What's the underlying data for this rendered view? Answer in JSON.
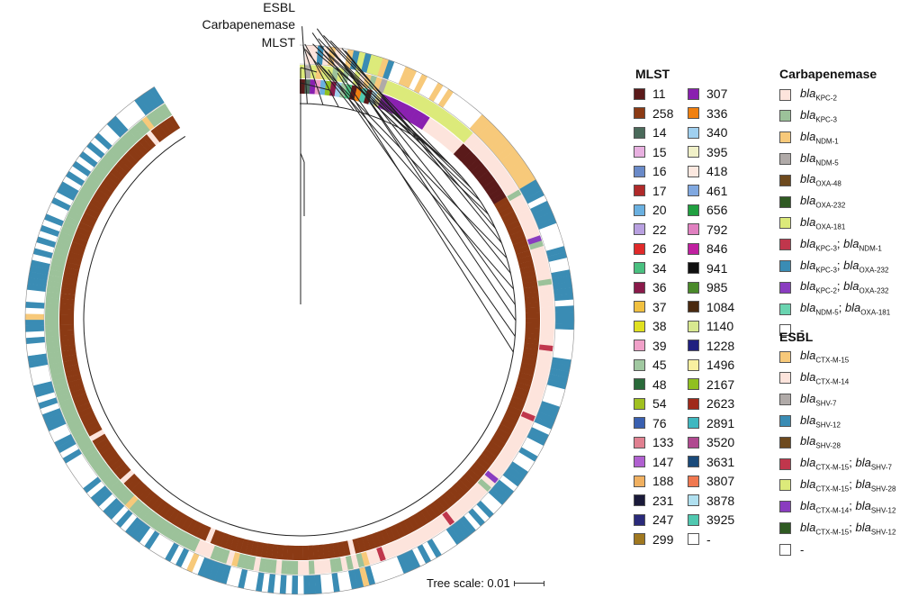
{
  "ring_labels": {
    "esbl": "ESBL",
    "carbapenemase": "Carbapenemase",
    "mlst": "MLST"
  },
  "tree_scale": "Tree scale: 0.01",
  "legends": {
    "mlst": {
      "title": "MLST",
      "items": [
        {
          "label": "11",
          "color": "#5a1a1a"
        },
        {
          "label": "258",
          "color": "#8b3a14"
        },
        {
          "label": "14",
          "color": "#4a6a5a"
        },
        {
          "label": "15",
          "color": "#e8b0e0"
        },
        {
          "label": "16",
          "color": "#6a8ac8"
        },
        {
          "label": "17",
          "color": "#b02a2a"
        },
        {
          "label": "20",
          "color": "#6ab0e0"
        },
        {
          "label": "22",
          "color": "#b8a0e0"
        },
        {
          "label": "26",
          "color": "#e02a2a"
        },
        {
          "label": "34",
          "color": "#4ac080"
        },
        {
          "label": "36",
          "color": "#8a1a4a"
        },
        {
          "label": "37",
          "color": "#f0c040"
        },
        {
          "label": "38",
          "color": "#e0e020"
        },
        {
          "label": "39",
          "color": "#f0a0c8"
        },
        {
          "label": "45",
          "color": "#a0c8a0"
        },
        {
          "label": "48",
          "color": "#2a6a3a"
        },
        {
          "label": "54",
          "color": "#a0c020"
        },
        {
          "label": "76",
          "color": "#3a60b0"
        },
        {
          "label": "133",
          "color": "#e08090"
        },
        {
          "label": "147",
          "color": "#b060d0"
        },
        {
          "label": "188",
          "color": "#f0b060"
        },
        {
          "label": "231",
          "color": "#1a1a3a"
        },
        {
          "label": "247",
          "color": "#2a2a7a"
        },
        {
          "label": "299",
          "color": "#a07820"
        },
        {
          "label": "307",
          "color": "#8a20b0"
        },
        {
          "label": "336",
          "color": "#f08010"
        },
        {
          "label": "340",
          "color": "#a0d0f0"
        },
        {
          "label": "395",
          "color": "#f0f0c8"
        },
        {
          "label": "418",
          "color": "#fce8e0"
        },
        {
          "label": "461",
          "color": "#80a8e0"
        },
        {
          "label": "656",
          "color": "#20a040"
        },
        {
          "label": "792",
          "color": "#e080c0"
        },
        {
          "label": "846",
          "color": "#c020a0"
        },
        {
          "label": "941",
          "color": "#101010"
        },
        {
          "label": "985",
          "color": "#4a8a2a"
        },
        {
          "label": "1084",
          "color": "#4a2a10"
        },
        {
          "label": "1140",
          "color": "#d8e890"
        },
        {
          "label": "1228",
          "color": "#202080"
        },
        {
          "label": "1496",
          "color": "#f8f0a0"
        },
        {
          "label": "2167",
          "color": "#90c020"
        },
        {
          "label": "2623",
          "color": "#a02a1a"
        },
        {
          "label": "2891",
          "color": "#40b8c0"
        },
        {
          "label": "3520",
          "color": "#b04a90"
        },
        {
          "label": "3631",
          "color": "#1a4a7a"
        },
        {
          "label": "3807",
          "color": "#f07850"
        },
        {
          "label": "3878",
          "color": "#b0e0f0"
        },
        {
          "label": "3925",
          "color": "#50c8b0"
        },
        {
          "label": "-",
          "color": "#ffffff"
        }
      ]
    },
    "carbapenemase": {
      "title": "Carbapenemase",
      "items": [
        {
          "color": "#fde4dc",
          "parts": [
            {
              "gene": "bla",
              "sub": "KPC-2"
            }
          ]
        },
        {
          "color": "#9cc29a",
          "parts": [
            {
              "gene": "bla",
              "sub": "KPC-3"
            }
          ]
        },
        {
          "color": "#f7c97a",
          "parts": [
            {
              "gene": "bla",
              "sub": "NDM-1"
            }
          ]
        },
        {
          "color": "#b0aaa8",
          "parts": [
            {
              "gene": "bla",
              "sub": "NDM-5"
            }
          ]
        },
        {
          "color": "#6e4a1e",
          "parts": [
            {
              "gene": "bla",
              "sub": "OXA-48"
            }
          ]
        },
        {
          "color": "#2f5a22",
          "parts": [
            {
              "gene": "bla",
              "sub": "OXA-232"
            }
          ]
        },
        {
          "color": "#dcea7a",
          "parts": [
            {
              "gene": "bla",
              "sub": "OXA-181"
            }
          ]
        },
        {
          "color": "#c0364c",
          "parts": [
            {
              "gene": "bla",
              "sub": "KPC-3"
            },
            {
              "gene": "bla",
              "sub": "NDM-1"
            }
          ]
        },
        {
          "color": "#3a8cb4",
          "parts": [
            {
              "gene": "bla",
              "sub": "KPC-3"
            },
            {
              "gene": "bla",
              "sub": "OXA-232"
            }
          ]
        },
        {
          "color": "#8a3cc0",
          "parts": [
            {
              "gene": "bla",
              "sub": "KPC-2"
            },
            {
              "gene": "bla",
              "sub": "OXA-232"
            }
          ]
        },
        {
          "color": "#6ad4b0",
          "parts": [
            {
              "gene": "bla",
              "sub": "NDM-5"
            },
            {
              "gene": "bla",
              "sub": "OXA-181"
            }
          ]
        },
        {
          "color": "#ffffff",
          "text": "-"
        }
      ]
    },
    "esbl": {
      "title": "ESBL",
      "items": [
        {
          "color": "#f7c97a",
          "parts": [
            {
              "gene": "bla",
              "sub": "CTX-M-15"
            }
          ]
        },
        {
          "color": "#fde4dc",
          "parts": [
            {
              "gene": "bla",
              "sub": "CTX-M-14"
            }
          ]
        },
        {
          "color": "#b0aaa8",
          "parts": [
            {
              "gene": "bla",
              "sub": "SHV-7"
            }
          ]
        },
        {
          "color": "#3a8cb4",
          "parts": [
            {
              "gene": "bla",
              "sub": "SHV-12"
            }
          ]
        },
        {
          "color": "#6e4a1e",
          "parts": [
            {
              "gene": "bla",
              "sub": "SHV-28"
            }
          ]
        },
        {
          "color": "#c0364c",
          "parts": [
            {
              "gene": "bla",
              "sub": "CTX-M-15"
            },
            {
              "gene": "bla",
              "sub": "SHV-7"
            }
          ]
        },
        {
          "color": "#dcea7a",
          "parts": [
            {
              "gene": "bla",
              "sub": "CTX-M-15"
            },
            {
              "gene": "bla",
              "sub": "SHV-28"
            }
          ]
        },
        {
          "color": "#8a3cc0",
          "parts": [
            {
              "gene": "bla",
              "sub": "CTX-M-14"
            },
            {
              "gene": "bla",
              "sub": "SHV-12"
            }
          ]
        },
        {
          "color": "#2f5a22",
          "parts": [
            {
              "gene": "bla",
              "sub": "CTX-M-15"
            },
            {
              "gene": "bla",
              "sub": "SHV-12"
            }
          ]
        },
        {
          "color": "#ffffff",
          "text": "-"
        }
      ]
    }
  }
}
